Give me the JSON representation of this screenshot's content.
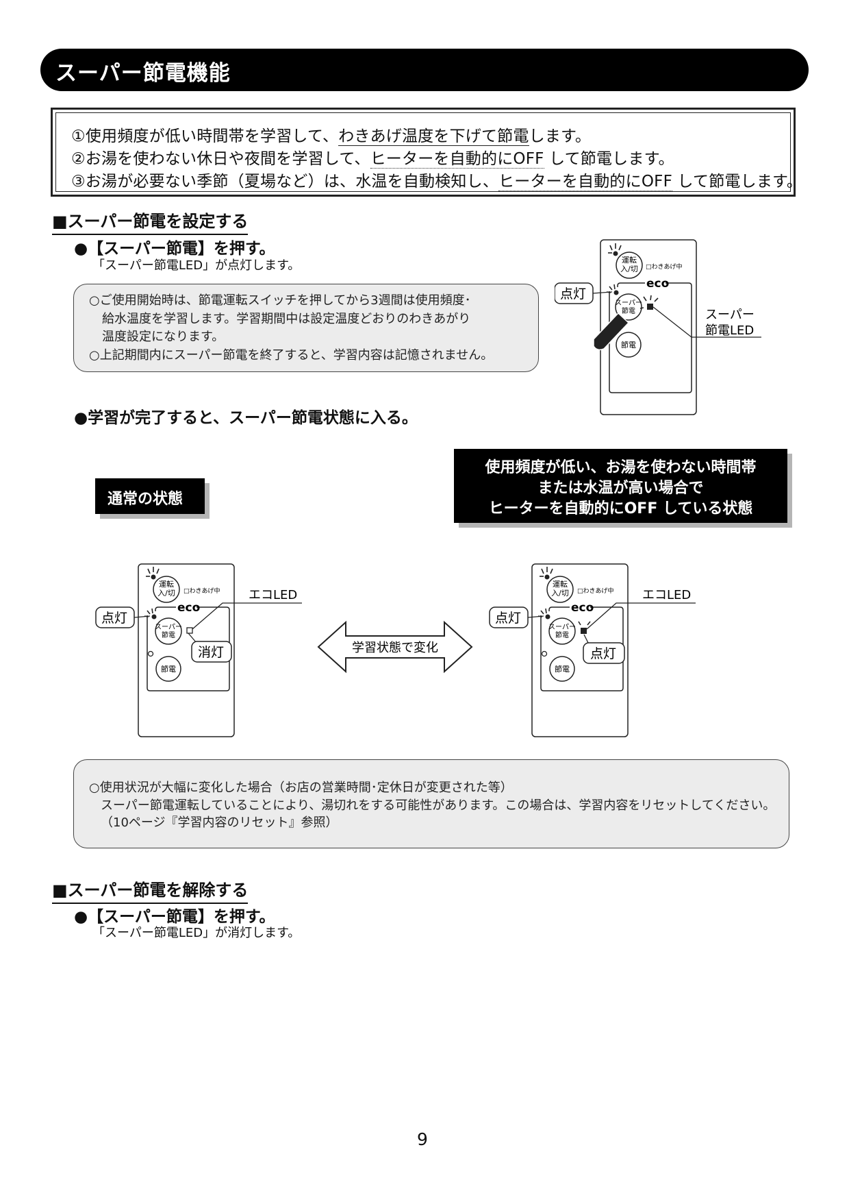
{
  "header": {
    "title": "スーパー節電機能"
  },
  "summary": {
    "line1": {
      "a": "①使用頻度が低い時間帯を学習して、",
      "b": "わきあげ温度を下げて節電",
      "c": "します。"
    },
    "line2": {
      "a": "②お湯を使わない休日や夜間を学習して、",
      "b": "ヒーターを自動的にOFF",
      "c": " して節電します。"
    },
    "line3": {
      "a": "③お湯が必要ない季節（夏場など）は、水温を自動検知し、",
      "b": "ヒーターを自動的にOFF",
      "c": " して節電します。"
    }
  },
  "set_section": {
    "heading": "■スーパー節電を設定する",
    "bullet": "●【スーパー節電】を押す。",
    "sub": "「スーパー節電LED」が点灯します。",
    "note_lines": [
      "○ご使用開始時は、節電運転スイッチを押してから3週間は使用頻度･",
      "給水温度を学習します。学習期間中は設定温度どおりのわきあがり",
      "温度設定になります。",
      "○上記期間内にスーパー節電を終了すると、学習内容は記憶されません。"
    ],
    "bullet2": "●学習が完了すると、スーパー節電状態に入る。"
  },
  "remote": {
    "btn_run_1": "運転",
    "btn_run_2": "入/切",
    "indicator": "□わきあげ中",
    "eco": "eco",
    "btn_super_1": "スーパー",
    "btn_super_2": "節電",
    "btn_save": "節電"
  },
  "callouts": {
    "lit": "点灯",
    "super_led_1": "スーパー",
    "super_led_2": "節電LED",
    "eco_led": "エコLED",
    "off": "消灯",
    "change": "学習状態で変化"
  },
  "states": {
    "normal": "通常の状態",
    "off_lines": [
      "使用頻度が低い、お湯を使わない時間帯",
      "または水温が高い場合で",
      "ヒーターを自動的にOFF している状態"
    ]
  },
  "note2_lines": [
    "○使用状況が大幅に変化した場合（お店の営業時間･定休日が変更された等）",
    "スーパー節電運転していることにより、湯切れをする可能性があります。この場合は、学習内容をリセットしてください。",
    "（10ページ『学習内容のリセット』参照）"
  ],
  "release_section": {
    "heading": "■スーパー節電を解除する",
    "bullet": "●【スーパー節電】を押す。",
    "sub": "「スーパー節電LED」が消灯します。"
  },
  "page_number": "9"
}
